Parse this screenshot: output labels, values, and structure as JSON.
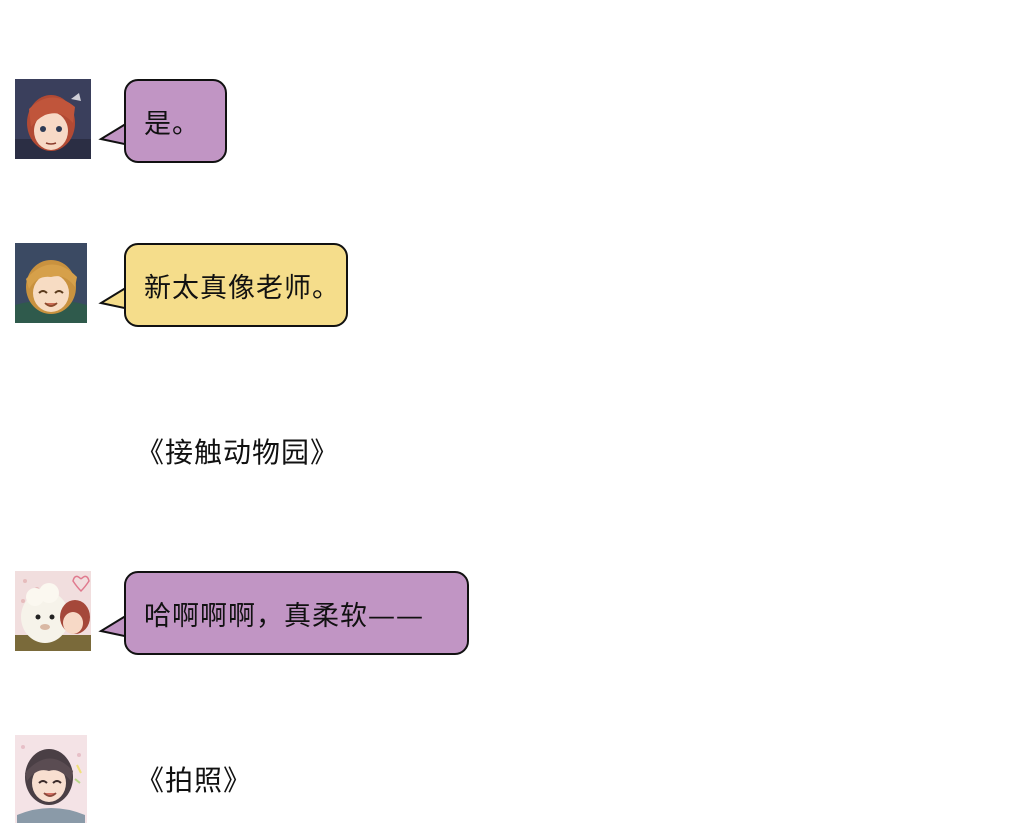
{
  "messages": [
    {
      "speaker_avatar": "red-haired-girl-avatar",
      "text": "是。",
      "bubble_color": "#c195c4"
    },
    {
      "speaker_avatar": "blond-boy-avatar",
      "text": "新太真像老师。",
      "bubble_color": "#f5dd8b"
    },
    {
      "caption": "《接触动物园》"
    },
    {
      "speaker_avatar": "girl-hugging-alpaca-avatar",
      "text": "哈啊啊啊，真柔软——",
      "bubble_color": "#c195c4"
    },
    {
      "speaker_avatar": "dark-haired-girl-avatar",
      "caption": "《拍照》"
    }
  ],
  "colors": {
    "purple_bubble": "#c195c4",
    "yellow_bubble": "#f5dd8b",
    "outline": "#111111",
    "background": "#ffffff"
  }
}
